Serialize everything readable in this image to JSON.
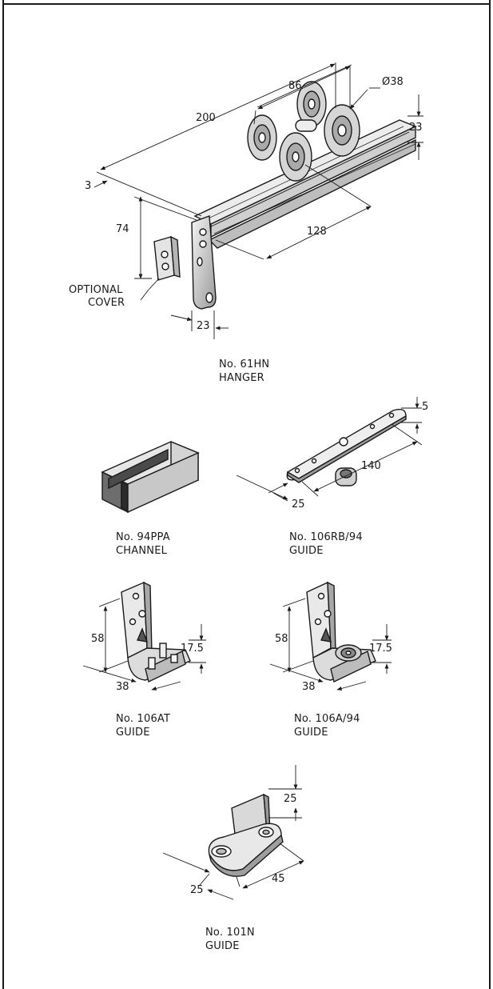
{
  "parts": [
    {
      "number": "No. 61HN",
      "name": "HANGER",
      "dims": {
        "length": "200",
        "wheel_span": "86",
        "wheel_dia": "Ø38",
        "height": "23",
        "offset": "3",
        "plate_height": "74",
        "bracket_len": "128",
        "plate_width": "23"
      },
      "note_line1": "OPTIONAL",
      "note_line2": "COVER"
    },
    {
      "number": "No. 94PPA",
      "name": "CHANNEL"
    },
    {
      "number": "No. 106RB/94",
      "name": "GUIDE",
      "dims": {
        "thickness": "5",
        "length": "140",
        "width": "25"
      }
    },
    {
      "number": "No. 106AT",
      "name": "GUIDE",
      "dims": {
        "height": "58",
        "gap": "17.5",
        "width": "38"
      }
    },
    {
      "number": "No. 106A/94",
      "name": "GUIDE",
      "dims": {
        "height": "58",
        "gap": "17.5",
        "width": "38"
      }
    },
    {
      "number": "No. 101N",
      "name": "GUIDE",
      "dims": {
        "height": "25",
        "width": "25",
        "length": "45"
      }
    }
  ],
  "colors": {
    "line": "#1a1a1a",
    "paper": "#ffffff"
  }
}
